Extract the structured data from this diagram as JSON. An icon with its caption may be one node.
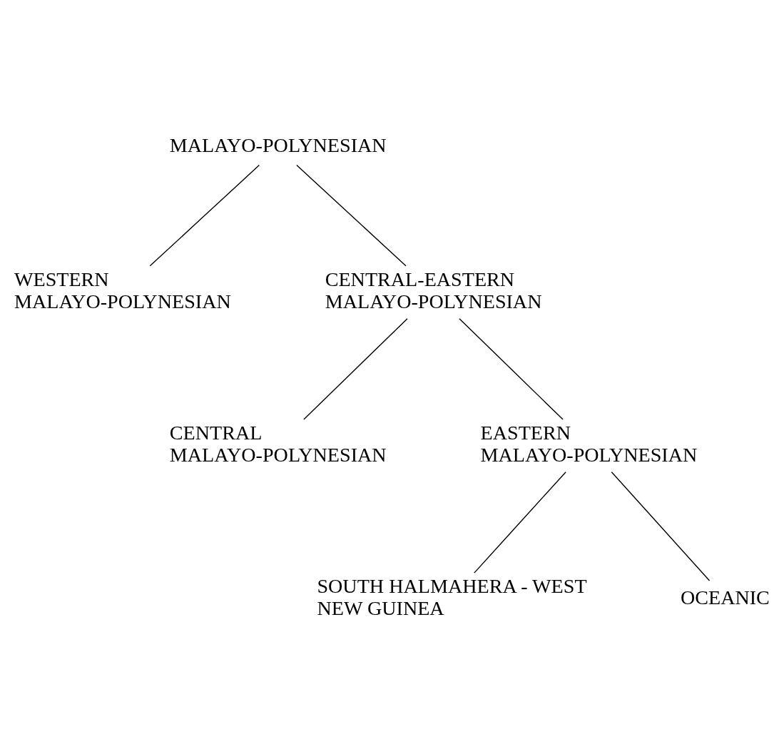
{
  "diagram": {
    "nodes": [
      {
        "text": [
          "MALAYO-POLYNESIAN"
        ]
      },
      {
        "text": [
          "WESTERN MALAYO-POLYNESIAN"
        ]
      },
      {
        "text": [
          "CENTRAL-EASTERN MALAYO-POLYNESIAN"
        ]
      },
      {
        "text": [
          "CENTRAL MALAYO-POLYNESIAN"
        ]
      },
      {
        "text": [
          "EASTERN MALAYO-POLYNESIAN"
        ]
      },
      {
        "text": [
          "SOUTH HALMAHERA - WEST NEW GUINEA"
        ]
      },
      {
        "text": [
          "OCEANIC"
        ]
      }
    ],
    "edges": [
      {
        "from": 0,
        "to": 1,
        "arrow": "none"
      },
      {
        "from": 0,
        "to": 2,
        "arrow": "none"
      },
      {
        "from": 2,
        "to": 3,
        "arrow": "none"
      },
      {
        "from": 2,
        "to": 4,
        "arrow": "none"
      },
      {
        "from": 4,
        "to": 5,
        "arrow": "none"
      },
      {
        "from": 4,
        "to": 6,
        "arrow": "none"
      }
    ]
  }
}
